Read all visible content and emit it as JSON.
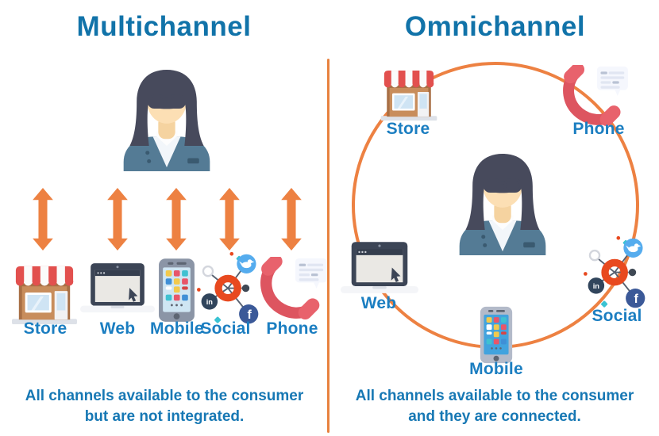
{
  "left": {
    "title": "Multichannel",
    "labels": {
      "store": "Store",
      "web": "Web",
      "mobile": "Mobile",
      "social": "Social",
      "phone": "Phone"
    },
    "caption_line1": "All channels available to the consumer",
    "caption_line2": "but are not integrated."
  },
  "right": {
    "title": "Omnichannel",
    "labels": {
      "store": "Store",
      "phone": "Phone",
      "web": "Web",
      "social": "Social",
      "mobile": "Mobile"
    },
    "caption_line1": "All channels available to the consumer",
    "caption_line2": "and they are connected."
  },
  "icons": {
    "person": "person-icon",
    "store": "store-icon",
    "web": "laptop-icon",
    "mobile": "smartphone-icon",
    "social": "social-network-icon",
    "phone": "phone-handset-icon",
    "arrow": "double-arrow-icon",
    "circle": "connection-circle"
  },
  "colors": {
    "heading_blue": "#1173a9",
    "label_blue": "#1b7ec1",
    "caption_blue": "#1778b4",
    "arrow_orange": "#ed8142",
    "divider_orange": "#e8823f",
    "social_hub_orange": "#e8491f",
    "phone_red": "#dd5560",
    "twitter_blue": "#55acee",
    "facebook_blue": "#3b5998",
    "linkedin_navy": "#31455c",
    "store_awning_red": "#e2504e",
    "store_facade_brown": "#c88d5c",
    "person_hair": "#474a5c",
    "person_jacket": "#547b95",
    "person_skin": "#fcdfb4",
    "laptop_frame": "#3c4556"
  }
}
